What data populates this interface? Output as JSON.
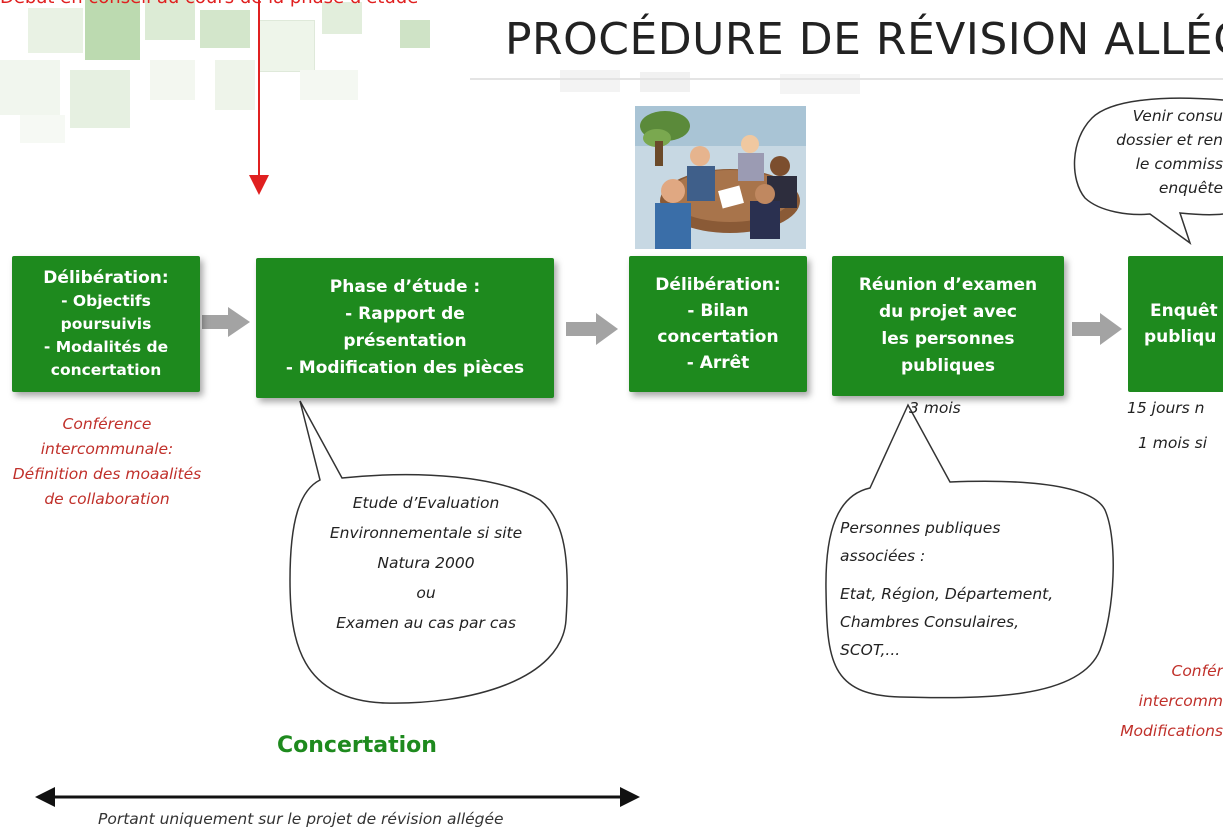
{
  "top_note": "Débat en conseil au cours de la phase d'étude",
  "title": "PROCÉDURE DE RÉVISION ALLÉG",
  "boxes": {
    "deliberation1": [
      "Délibération:",
      "- Objectifs",
      "poursuivis",
      "- Modalités de",
      "concertation"
    ],
    "etude": [
      "Phase d’étude :",
      "- Rapport de",
      "présentation",
      "- Modification des pièces"
    ],
    "deliberation2": [
      "Délibération:",
      "- Bilan",
      "concertation",
      "- Arrêt"
    ],
    "reunion": [
      "Réunion d’examen",
      "du projet avec",
      "les personnes",
      "publiques"
    ],
    "enquete": [
      "Enquêt",
      "publiqu"
    ]
  },
  "notes": {
    "conference_left": [
      "Conférence",
      "intercommunale:",
      "Définition des moaalités",
      "de collaboration"
    ],
    "trois_mois": "3 mois",
    "quinze_jours": "15 jours n",
    "un_mois": "1 mois si",
    "conference_right": [
      "Confér",
      "intercomm",
      "Modifications"
    ]
  },
  "bubbles": {
    "etude": [
      "Etude d’Evaluation",
      "Environnementale si site",
      "Natura 2000",
      "ou",
      "Examen au cas par cas"
    ],
    "personnes": [
      "Personnes publiques",
      "associées :",
      "Etat, Région, Département,",
      "Chambres Consulaires,",
      "SCOT,..."
    ],
    "commissaire": [
      "Venir consu",
      "dossier et ren",
      "le commiss",
      "enquête"
    ]
  },
  "concertation": {
    "title": "Concertation",
    "note": "Portant uniquement sur le projet de révision allégée"
  },
  "colors": {
    "box_green": "#1e8a1e",
    "red_text": "#c0302a",
    "arrow_red": "#e02020",
    "arrow_grey": "#9a9a9a"
  }
}
